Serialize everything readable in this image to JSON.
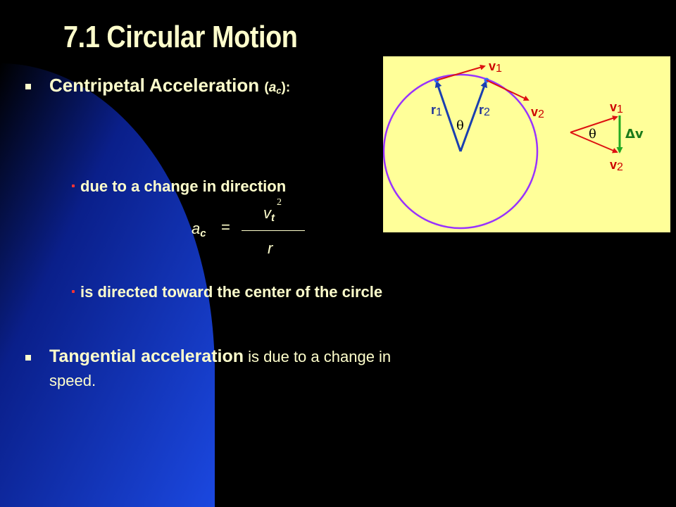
{
  "slide": {
    "title": "7.1 Circular Motion",
    "centripetal": {
      "label": "Centripetal Acceleration ",
      "paren_open": "(",
      "sym_a": "a",
      "sym_sub": "c",
      "paren_close": "):"
    },
    "sub_items": [
      "due to a change in direction",
      "is directed toward the center of the circle"
    ],
    "formula": {
      "lhs_a": "a",
      "lhs_sub": "c",
      "equals": "=",
      "num_v": "v",
      "num_sub": "t",
      "num_exp": "2",
      "den": "r"
    },
    "tangential": {
      "bold": "Tangential acceleration",
      "rest": " is due to a change in",
      "line2": "speed."
    }
  },
  "diagram": {
    "label_v1": "v",
    "label_v1_sub": "1",
    "label_v2": "v",
    "label_v2_sub": "2",
    "label_r1": "r",
    "label_r1_sub": "1",
    "label_r2": "r",
    "label_r2_sub": "2",
    "theta": "θ",
    "tri_v1": "v",
    "tri_v1_sub": "1",
    "tri_v2": "v",
    "tri_v2_sub": "2",
    "tri_theta": "θ",
    "delta_v": "Δv"
  },
  "colors": {
    "background": "#000000",
    "blue_shape": "#1a3fd0",
    "text": "#ffffcc",
    "panel": "#ffff99",
    "circle": "#9933ff",
    "arrow_red": "#dd1111",
    "arrow_blue": "#1a3fb0",
    "arrow_green": "#22aa22"
  }
}
